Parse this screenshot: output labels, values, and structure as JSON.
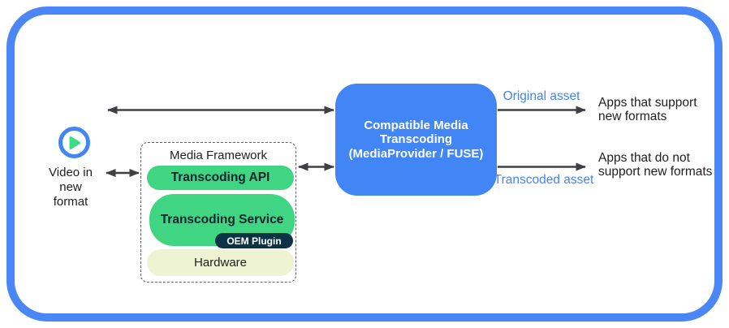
{
  "colors": {
    "frame_blue": "#4a86f5",
    "box_blue": "#4285f4",
    "asset_label_blue": "#4285f4",
    "pill_green": "#40d583",
    "oem_navy": "#0d3245",
    "hardware_cream": "#eef3d4",
    "arrow_gray": "#3f4043",
    "text_dark": "#212121",
    "play_triangle_green": "#3ddc84"
  },
  "icons": {
    "play": "play-icon"
  },
  "source_label": {
    "line1": "Video in",
    "line2": "new",
    "line3": "format"
  },
  "framework": {
    "title": "Media Framework",
    "api_label": "Transcoding API",
    "service_label": "Transcoding Service",
    "oem_label": "OEM Plugin",
    "hardware_label": "Hardware"
  },
  "transcoder": {
    "line1": "Compatible Media",
    "line2": "Transcoding",
    "line3": "(MediaProvider / FUSE)"
  },
  "outputs": {
    "original": {
      "asset_label": "Original asset",
      "target_line1": "Apps that support",
      "target_line2": "new formats"
    },
    "transcoded": {
      "asset_label": "Transcoded asset",
      "target_line1": "Apps that do not",
      "target_line2": "support new formats"
    }
  }
}
